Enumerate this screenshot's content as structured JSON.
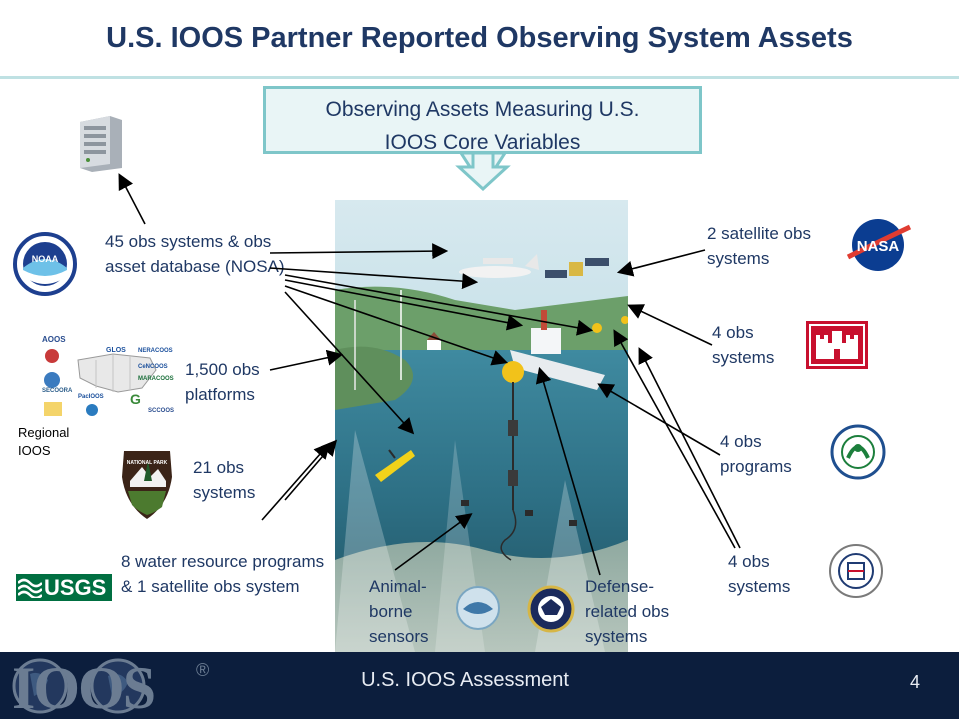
{
  "slide": {
    "title": "U.S. IOOS Partner Reported Observing System Assets",
    "callout": "Observing Assets Measuring U.S. IOOS Core Variables"
  },
  "labels": {
    "noaa": "45 obs systems & obs asset database (NOSA)",
    "regional_platforms": "1,500 obs platforms",
    "regional_ioos": "Regional IOOS",
    "nps": "21 obs systems",
    "usgs": "8 water resource programs & 1 satellite obs system",
    "animal": "Animal-borne sensors",
    "defense": "Defense-related obs systems",
    "nasa": "2 satellite obs systems",
    "usace": "4 obs systems",
    "epa": "4 obs programs",
    "uscg": "4 obs systems"
  },
  "logos": {
    "noaa": "NOAA",
    "nasa": "NASA",
    "usgs": "USGS",
    "nps": "NATIONAL PARK SERVICE",
    "ioos_wordmark": "IOOS",
    "ioos_registered": "®",
    "regional_list": [
      "AOOS",
      "GLOS",
      "NERACOOS",
      "SECOORA",
      "PacIOOS",
      "CeNCOOS",
      "MARACOOS",
      "G",
      "SCCOOS"
    ]
  },
  "footer": {
    "text": "U.S. IOOS Assessment",
    "page": "4"
  },
  "colors": {
    "title": "#1f3864",
    "callout_border": "#7ec6c9",
    "footer_bg": "#0c1e3d",
    "usace_red": "#c8102e",
    "usgs_green": "#006f41",
    "epa_green": "#1c7f3c"
  },
  "icons": [
    "server-icon",
    "noaa-logo",
    "nasa-logo",
    "usace-castle-logo",
    "epa-logo",
    "uscg-logo",
    "usgs-logo",
    "nps-arrowhead-logo",
    "navy-seal-logo",
    "animal-sensor-logo"
  ]
}
